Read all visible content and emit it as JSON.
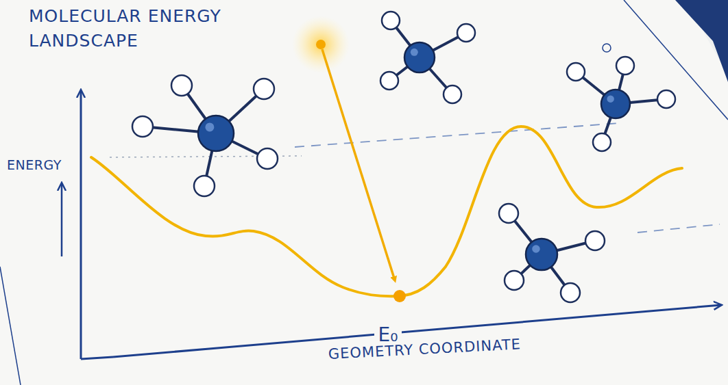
{
  "diagram": {
    "title": "MOLECULAR ENERGY LANDSCAPE",
    "labels": [
      "ENERGY",
      "E₀",
      "GEOMETRY COORDINATE"
    ]
  }
}
